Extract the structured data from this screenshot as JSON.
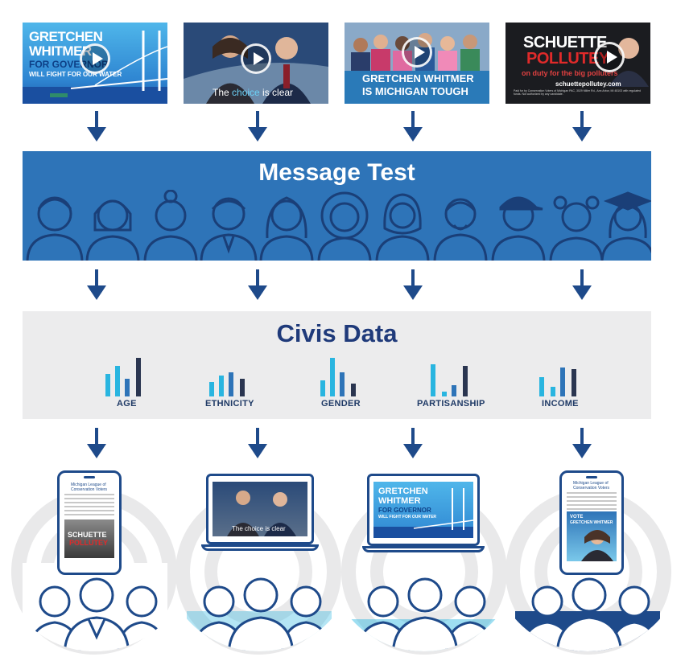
{
  "videos": [
    {
      "line1": "GRETCHEN",
      "line2": "WHITMER",
      "line3": "FOR GOVERNOR",
      "line4": "WILL FIGHT FOR OUR WATER"
    },
    {
      "caption_pre": "The ",
      "caption_em": "choice",
      "caption_post": " is clear"
    },
    {
      "line1": "GRETCHEN WHITMER",
      "line2": "IS MICHIGAN TOUGH"
    },
    {
      "line1": "SCHUETTE",
      "line2": "POLLUTEY",
      "line3_pre": "on duty for the ",
      "line3_em": "big polluters",
      "url": "schuettepollutey.com",
      "fine": "Paid for by Conservation Voters of Michigan PAC, 3029 Miller Rd., Ann Arbor, MI 48103 with regulated funds. Not authorized by any candidate."
    }
  ],
  "message_test": {
    "title": "Message Test"
  },
  "civis_data": {
    "title": "Civis Data",
    "categories": [
      "AGE",
      "ETHNICITY",
      "GENDER",
      "PARTISANSHIP",
      "INCOME"
    ]
  },
  "devices": [
    {
      "type": "phone",
      "org": "Michigan League of Conservation Voters",
      "sub_a": "SCHUETTE",
      "sub_b": "POLLUTEY"
    },
    {
      "type": "laptop",
      "caption": "The choice is clear"
    },
    {
      "type": "laptop",
      "line1": "GRETCHEN",
      "line2": "WHITMER",
      "line3": "FOR GOVERNOR",
      "line4": "WILL FIGHT FOR OUR WATER"
    },
    {
      "type": "phone",
      "org": "Michigan League of Conservation Voters",
      "sub_a": "VOTE",
      "sub_b": "GRETCHEN WHITMER"
    }
  ],
  "colors": {
    "blue_band": "#2e74b8",
    "dark_blue": "#1e4a8a",
    "navy": "#1f3a66",
    "light_cyan": "#29b5e0",
    "gray_band": "#ececed",
    "ring": "#e9e9ea"
  }
}
